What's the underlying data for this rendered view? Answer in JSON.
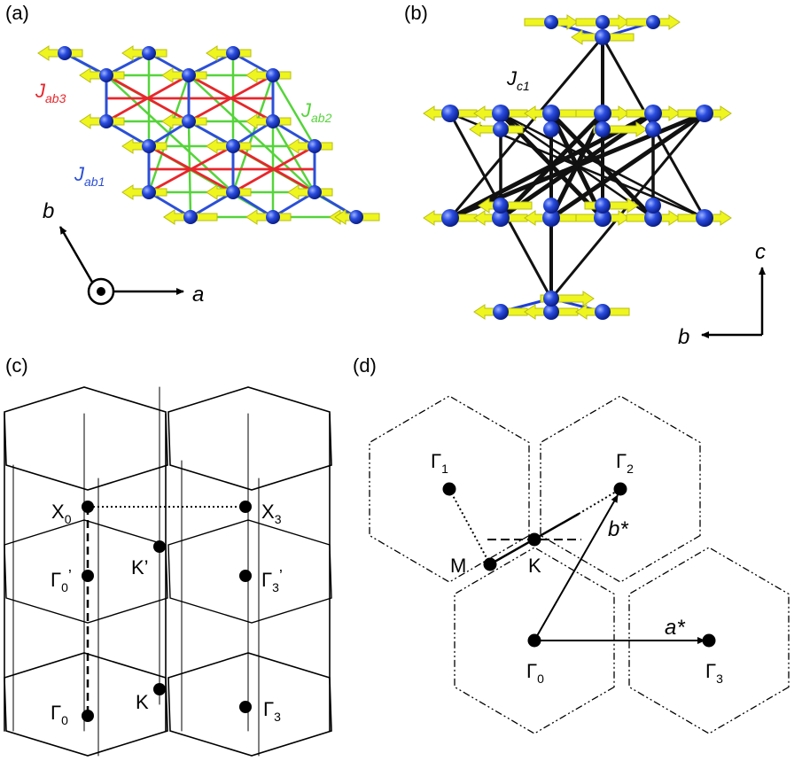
{
  "panels": {
    "a": {
      "label": "(a)",
      "j_ab3": {
        "main": "J",
        "sub": "ab3",
        "color": "#e8262c"
      },
      "j_ab2": {
        "main": "J",
        "sub": "ab2",
        "color": "#55d43a"
      },
      "j_ab1": {
        "main": "J",
        "sub": "ab1",
        "color": "#2b4fd8"
      },
      "axis_b": "b",
      "axis_a": "a"
    },
    "b": {
      "label": "(b)",
      "j_c1": {
        "main": "J",
        "sub": "c1"
      },
      "axis_c": "c",
      "axis_b": "b"
    },
    "c": {
      "label": "(c)",
      "points": {
        "X0": {
          "main": "X",
          "sub": "0"
        },
        "X3": {
          "main": "X",
          "sub": "3"
        },
        "G0p": {
          "main": "Γ",
          "sub": "0",
          "sup": "’"
        },
        "Kp": {
          "main": "K’"
        },
        "G3p": {
          "main": "Γ",
          "sub": "3",
          "sup": "’"
        },
        "G0": {
          "main": "Γ",
          "sub": "0"
        },
        "K": {
          "main": "K"
        },
        "G3": {
          "main": "Γ",
          "sub": "3"
        }
      }
    },
    "d": {
      "label": "(d)",
      "points": {
        "G1": {
          "main": "Γ",
          "sub": "1"
        },
        "G2": {
          "main": "Γ",
          "sub": "2"
        },
        "M": {
          "main": "M"
        },
        "K": {
          "main": "K"
        },
        "G0": {
          "main": "Γ",
          "sub": "0"
        },
        "G3": {
          "main": "Γ",
          "sub": "3"
        }
      },
      "vec_b": "b*",
      "vec_a": "a*"
    }
  },
  "colors": {
    "atom": "#1f3fd6",
    "spin_arrow": "#eef51f",
    "bond_black": "#111111"
  }
}
